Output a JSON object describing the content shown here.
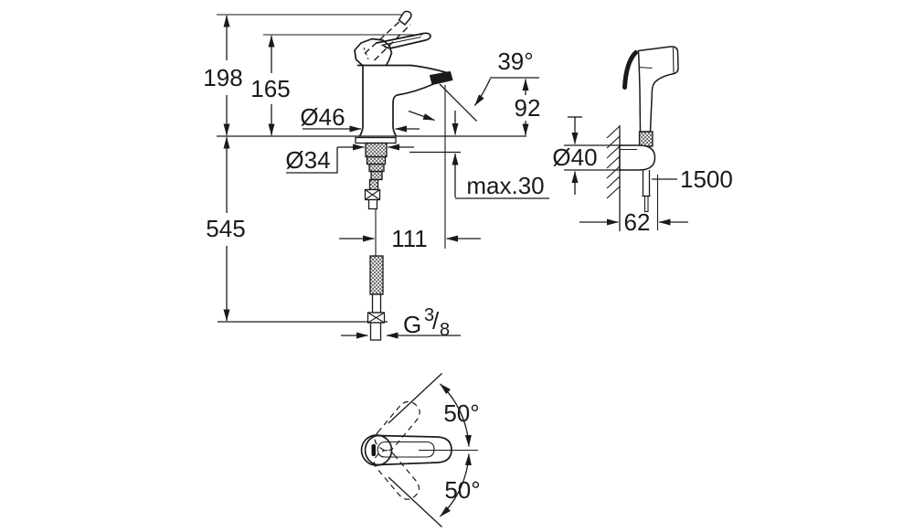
{
  "figure": {
    "background": "#ffffff",
    "line_color": "#1a1a1a"
  },
  "main_view": {
    "total_height": "198",
    "lever_height": "165",
    "spout_angle": "39°",
    "spout_outlet_height": "92",
    "base_diameter": "Ø46",
    "shank_diameter": "Ø34",
    "max_mounting_thickness": "max.30",
    "below_deck_clearance": "545",
    "spout_reach": "111",
    "thread": {
      "prefix": "G",
      "numerator": "3",
      "slash": "/",
      "denominator": "8"
    }
  },
  "shower_view": {
    "holder_diameter": "Ø40",
    "hose_length": "1500",
    "wall_offset": "62"
  },
  "top_view": {
    "swivel_angle_up": "50°",
    "swivel_angle_down": "50°"
  }
}
